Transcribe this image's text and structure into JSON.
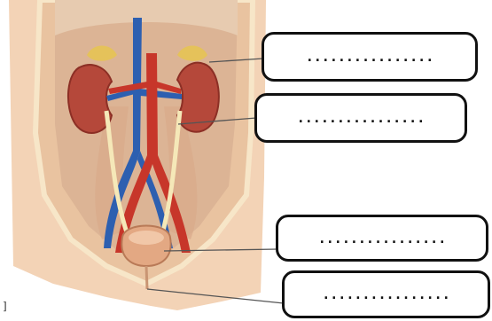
{
  "labels": [
    {
      "id": "kidney",
      "text": "................"
    },
    {
      "id": "ureter",
      "text": "................"
    },
    {
      "id": "urinary-bladder",
      "text": "................"
    },
    {
      "id": "urethra",
      "text": "................"
    }
  ],
  "stray_mark": "]",
  "colors": {
    "skin": "#f3d3b6",
    "abdominal_wall": "#efc9a6",
    "kidney": "#b5483a",
    "aorta": "#c7362a",
    "vena_cava": "#2d5fb0",
    "ureter": "#f5e8b8",
    "bladder": "#e3a883",
    "label_border": "#111111"
  }
}
